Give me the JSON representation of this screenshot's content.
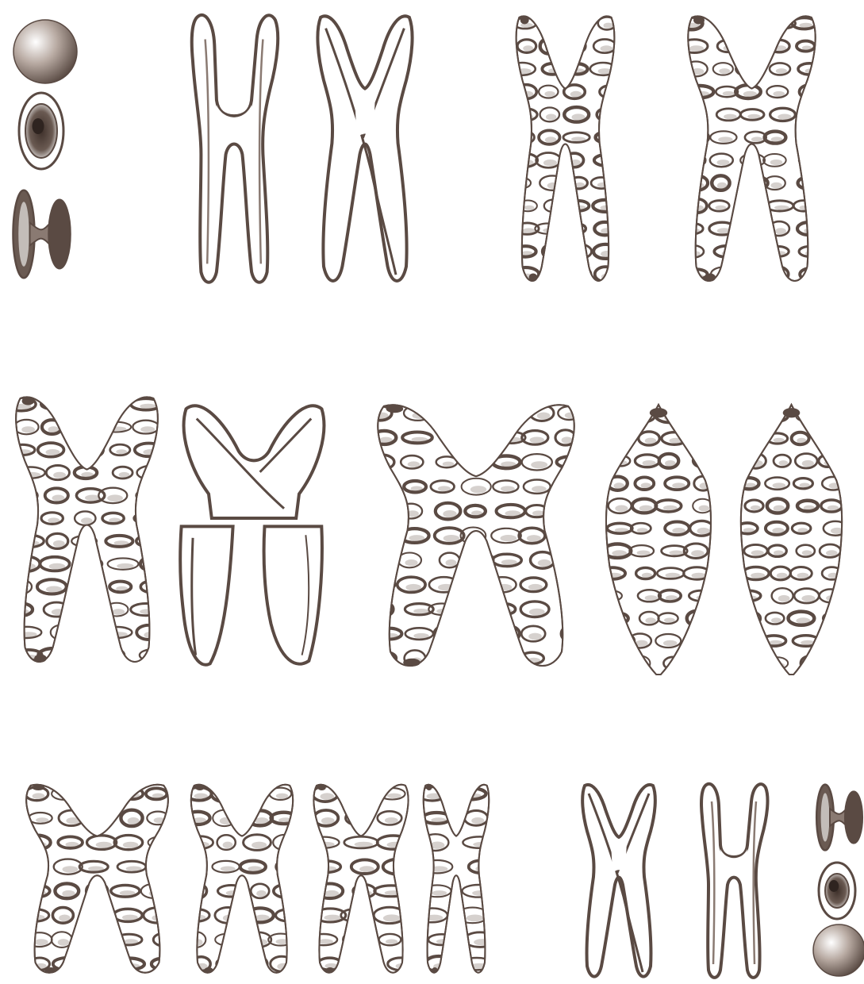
{
  "colors": {
    "ink": "#5a4a43",
    "ink_light": "#8a7a72",
    "background": "#ffffff"
  },
  "figure": {
    "rows": [
      {
        "items": [
          {
            "kind": "sphere"
          },
          {
            "kind": "disc"
          },
          {
            "kind": "dumbbell"
          },
          {
            "kind": "plain-h"
          },
          {
            "kind": "plain-x"
          },
          {
            "kind": "coiled-x"
          },
          {
            "kind": "coiled-x"
          }
        ]
      },
      {
        "items": [
          {
            "kind": "coiled-x"
          },
          {
            "kind": "split-plain-x"
          },
          {
            "kind": "coiled-x"
          },
          {
            "kind": "coiled-spindle"
          },
          {
            "kind": "coiled-spindle"
          }
        ]
      },
      {
        "items": [
          {
            "kind": "coiled-x"
          },
          {
            "kind": "coiled-x"
          },
          {
            "kind": "coiled-x"
          },
          {
            "kind": "coiled-x"
          },
          {
            "kind": "plain-x"
          },
          {
            "kind": "plain-h"
          },
          {
            "kind": "dumbbell"
          },
          {
            "kind": "disc"
          },
          {
            "kind": "sphere"
          }
        ]
      }
    ]
  }
}
